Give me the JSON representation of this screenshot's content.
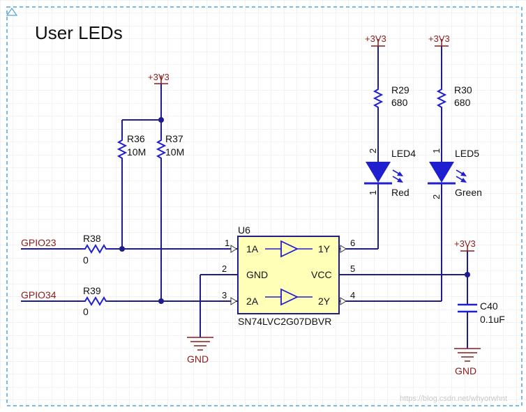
{
  "title": "User LEDs",
  "colors": {
    "wire": "#1c1c8c",
    "power": "#8b1a1a",
    "component": "#1f1fd0",
    "ic_fill": "#ffffb8",
    "grid": "#e6e6e6",
    "border": "#4da3e0"
  },
  "power": {
    "vcc_label": "+3V3",
    "gnd_label": "GND"
  },
  "nets": {
    "gpio23": "GPIO23",
    "gpio34": "GPIO34"
  },
  "resistors": {
    "r38": {
      "ref": "R38",
      "value": "0"
    },
    "r39": {
      "ref": "R39",
      "value": "0"
    },
    "r36": {
      "ref": "R36",
      "value": "10M"
    },
    "r37": {
      "ref": "R37",
      "value": "10M"
    },
    "r29": {
      "ref": "R29",
      "value": "680"
    },
    "r30": {
      "ref": "R30",
      "value": "680"
    }
  },
  "leds": {
    "led4": {
      "ref": "LED4",
      "color_label": "Red",
      "pin_top": "2",
      "pin_bottom": "1"
    },
    "led5": {
      "ref": "LED5",
      "color_label": "Green",
      "pin_top": "1",
      "pin_bottom": "2"
    }
  },
  "capacitor": {
    "ref": "C40",
    "value": "0.1uF"
  },
  "ic": {
    "ref": "U6",
    "part": "SN74LVC2G07DBVR",
    "pins": {
      "p1": {
        "num": "1",
        "name": "1A"
      },
      "p2": {
        "num": "2",
        "name": "GND"
      },
      "p3": {
        "num": "3",
        "name": "2A"
      },
      "p4": {
        "num": "4",
        "name": "2Y"
      },
      "p5": {
        "num": "5",
        "name": "VCC"
      },
      "p6": {
        "num": "6",
        "name": "1Y"
      }
    }
  },
  "watermark": "https://blog.csdn.net/whyorwhnt"
}
